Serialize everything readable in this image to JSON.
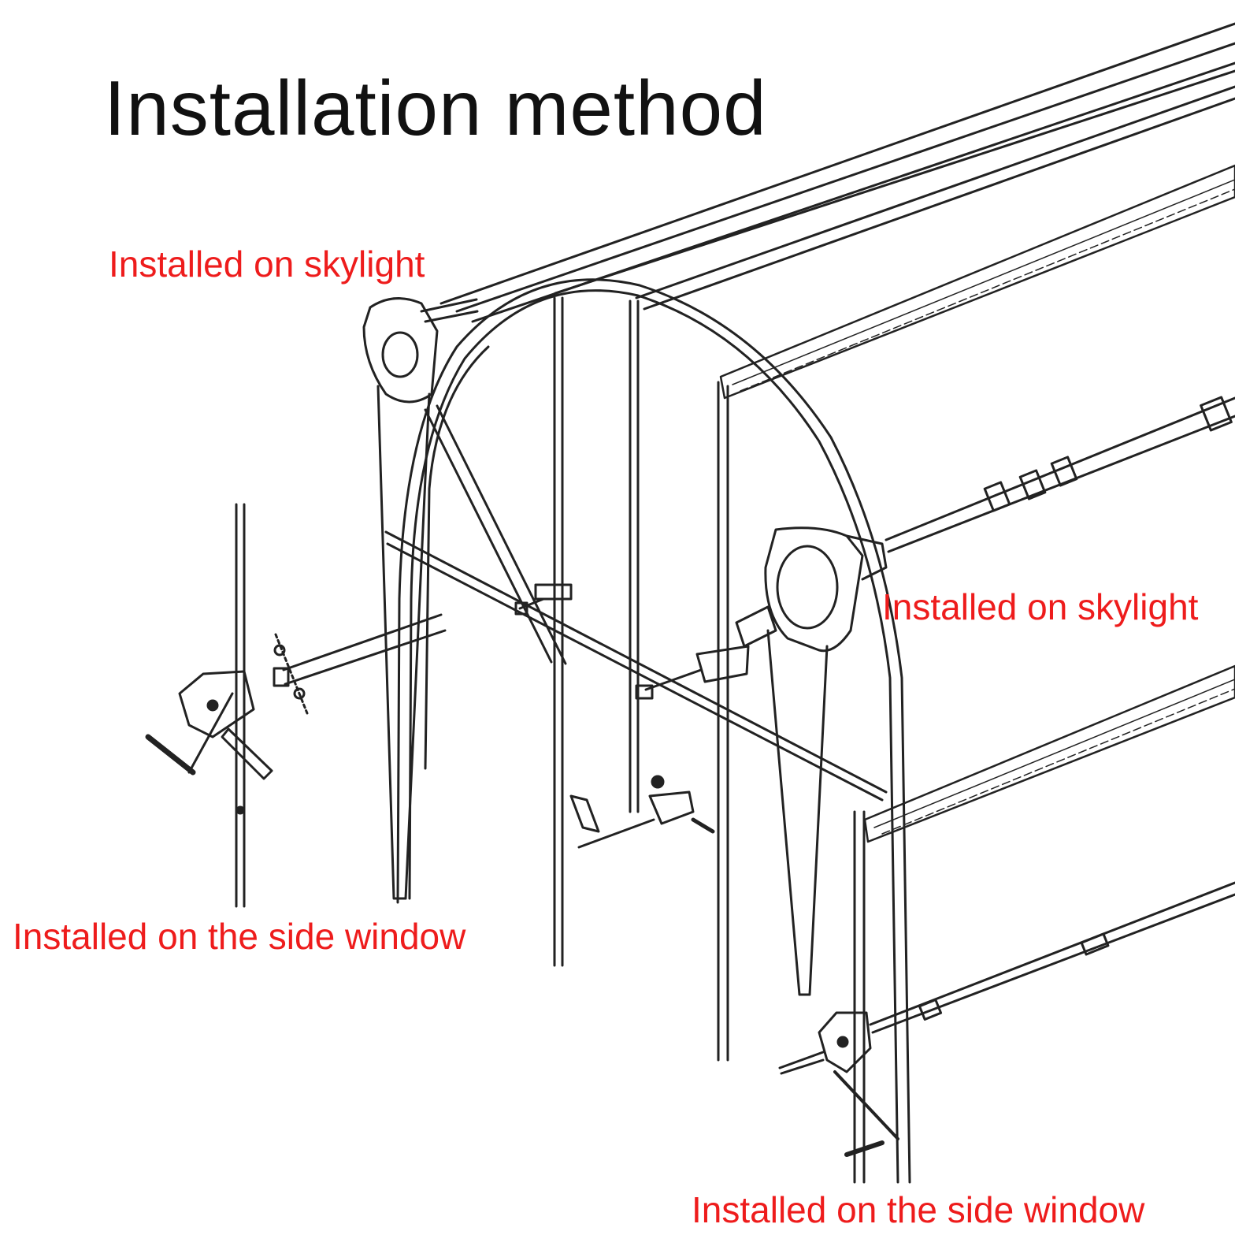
{
  "title": "Installation method",
  "labels": {
    "skylight_left": "Installed on skylight",
    "skylight_right": "Installed on skylight",
    "side_window_left": "Installed on the side window",
    "side_window_right": "Installed on the side window"
  },
  "colors": {
    "title_text": "#111111",
    "callout_text": "#ee1c1c",
    "line_art": "#222222",
    "background": "#ffffff"
  },
  "components": {
    "skylight_motor_icon": "winch-gearbox-icon",
    "side_window_crank_icon": "hand-crank-icon"
  }
}
